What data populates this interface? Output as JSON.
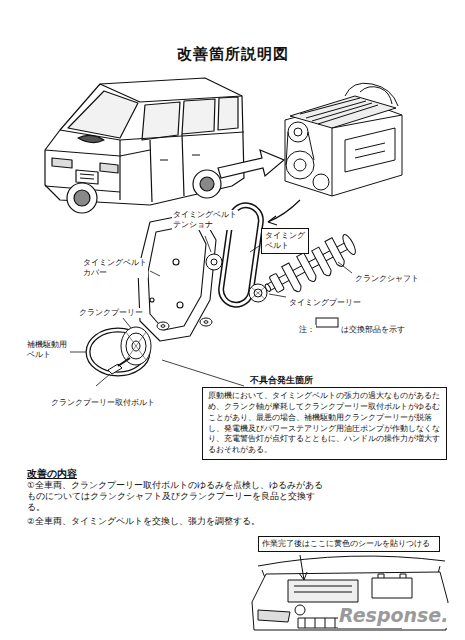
{
  "diagram": {
    "title": "改善箇所説明図",
    "nodes": [
      {
        "text": [
          "タイミング ベルト"
        ]
      },
      {
        "text": [
          "不具合発生箇所",
          "原動機において、タイミングベルトの張力の過大なものがあるため、クランク軸が摩耗してクランクプーリー取付ボルトがゆるむことがあり、最悪の場合、補機駆動用クランクプーリーが脱落し、発電機及びパワーステアリング用油圧ポンプが作動しなくなり、充電警告灯が点灯するとともに、ハンドルの操作力が増大するおそれがある。"
        ]
      },
      {
        "text": [
          "作業完了後はここに黄色のシールを貼りつける"
        ]
      }
    ],
    "labels": [
      "タイミングベルト テンショナ",
      "タイミングベルト カバー",
      "クランクシャフト",
      "タイミングプーリー",
      "注：",
      "は交換部品を示す",
      "クランクプーリー",
      "補機駆動用 ベルト",
      "クランクプーリー取付ボルト",
      "改善の内容",
      "①全車両、クランクプーリー取付ボルトのゆるみを点検し、ゆるみがあるものについてはクランクシャフト及びクランクプーリーを良品と交換する。",
      "②全車両、タイミングベルトを交換し、張力を調整する。",
      "Response."
    ]
  }
}
